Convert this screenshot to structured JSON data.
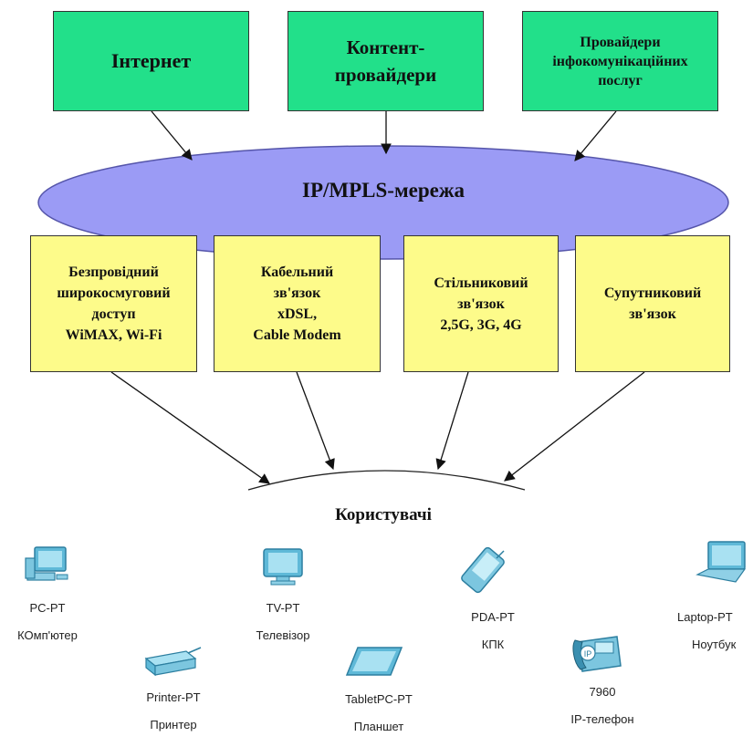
{
  "top_boxes": [
    {
      "label": "Інтернет"
    },
    {
      "label": "Контент-\nпровайдери"
    },
    {
      "label": "Провайдери\nінфокомунікаційних\nпослуг"
    }
  ],
  "network": {
    "label": "IP/MPLS-мережа"
  },
  "access_boxes": [
    {
      "label": "Безпровідний\nширокосмуговий\nдоступ\nWiMAX, Wi-Fi"
    },
    {
      "label": "Кабельний\nзв'язок\nxDSL,\nCable Modem"
    },
    {
      "label": "Стільниковий\nзв'язок\n2,5G, 3G, 4G"
    },
    {
      "label": "Супутниковий\nзв'язок"
    }
  ],
  "users": {
    "label": "Користувачі"
  },
  "devices": [
    {
      "model": "PC-PT",
      "name": "КОмп'ютер",
      "icon": "pc-icon"
    },
    {
      "model": "TV-PT",
      "name": "Телевізор",
      "icon": "tv-icon"
    },
    {
      "model": "PDA-PT",
      "name": "КПК",
      "icon": "pda-icon"
    },
    {
      "model": "Laptop-PT",
      "name": "Ноутбук",
      "icon": "laptop-icon"
    },
    {
      "model": "Printer-PT",
      "name": "Принтер",
      "icon": "printer-icon"
    },
    {
      "model": "TabletPC-PT",
      "name": "Планшет",
      "icon": "tablet-icon"
    },
    {
      "model": "7960",
      "name": "IP-телефон",
      "icon": "ip-phone-icon"
    }
  ],
  "colors": {
    "top_box": "#22e08a",
    "access_box": "#fdfb8a",
    "network_ellipse": "#9b9bf5",
    "device_icon": "#4aa6c8"
  }
}
